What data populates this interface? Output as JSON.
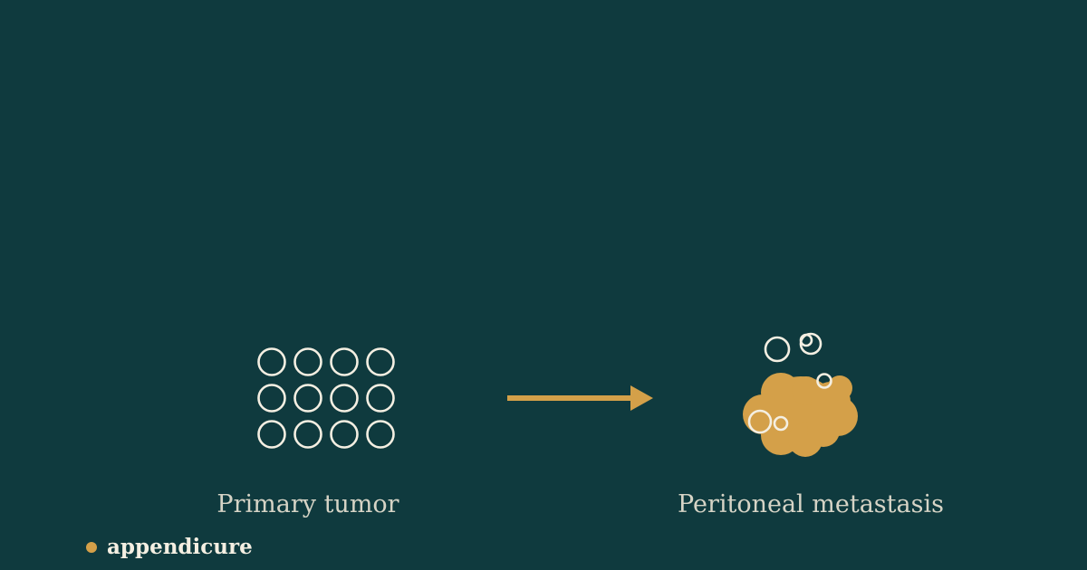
{
  "colors": {
    "background": "#0f3a3e",
    "accent": "#d4a049",
    "outline": "#f4efe2",
    "label_text": "#d6d4c6",
    "brand_text": "#f4efe2"
  },
  "diagram": {
    "left_label": "Primary tumor",
    "right_label": "Peritoneal metastasis",
    "primary_tumor_cells": {
      "rows": 3,
      "columns": 4,
      "icon": "circle-outline"
    },
    "flow_icon": "arrow-right-icon",
    "metastasis_icon": "cell-cluster-blob-icon"
  },
  "brand": {
    "name": "appendicure",
    "icon": "dot-icon"
  }
}
